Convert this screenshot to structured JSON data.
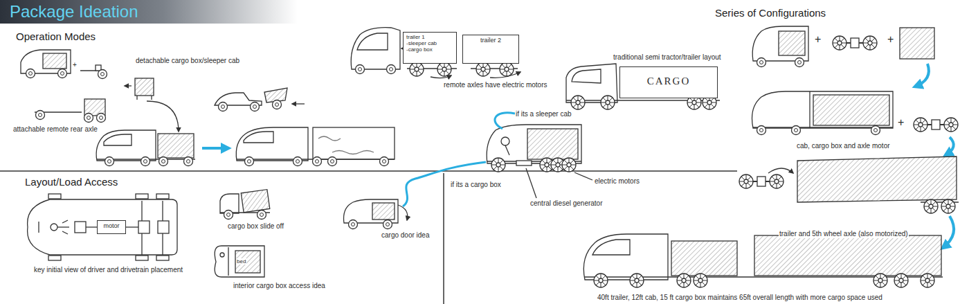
{
  "diagram": {
    "title": "Package Ideation",
    "nodes": [
      {
        "text": [
          "trailer 1",
          "-sleeper cab",
          "-cargo box"
        ]
      },
      {
        "text": [
          "trailer 2"
        ]
      },
      {
        "text": [
          "CARGO"
        ]
      },
      {
        "text": [
          "motor"
        ]
      }
    ],
    "labels": [
      "Operation Modes",
      "detachable cargo box/sleeper cab",
      "+",
      "attachable remote rear axle",
      "remote axles have electric motors",
      "traditional semi tractor/trailer layout",
      "Series of Configurations",
      "+",
      "+",
      "if its a sleeper cab",
      "+",
      "cab, cargo box and axle motor",
      "Layout/Load Access",
      "electric motors",
      "if its a cargo box",
      "central diesel generator",
      "cargo box slide off",
      "cargo door idea",
      "trailer and 5th wheel axle (also motorized)",
      "bed",
      "key initial view of driver and drivetrain placement",
      "interior cargo box access idea",
      "40ft trailer, 12ft cab, 15 ft cargo box maintains 65ft overall length with more cargo space used"
    ]
  }
}
